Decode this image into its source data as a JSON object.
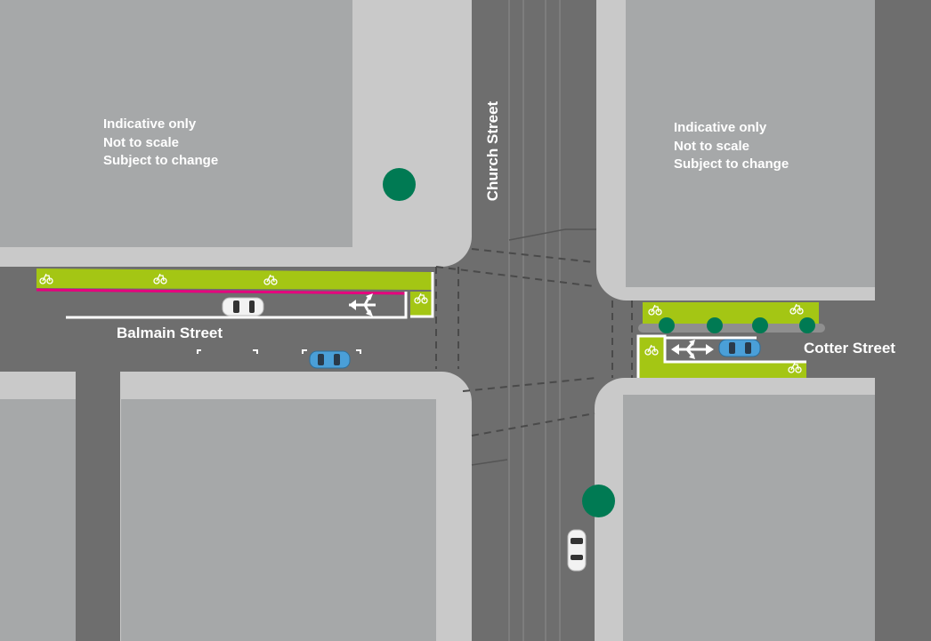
{
  "streets": {
    "balmain": "Balmain Street",
    "church": "Church Street",
    "cotter": "Cotter Street"
  },
  "notes": {
    "left": [
      "Indicative only",
      "Not to scale",
      "Subject to change"
    ],
    "right": [
      "Indicative only",
      "Not to scale",
      "Subject to change"
    ]
  },
  "icons": {
    "bike": "bicycle-icon",
    "arrow": "lane-arrow-icon",
    "car": "car-icon",
    "tree": "tree-icon"
  },
  "colors": {
    "road": "#6e6e6e",
    "footpath": "#c9c9c9",
    "building": "#a6a8a9",
    "bike_lane": "#a4c614",
    "tree": "#007a53",
    "separator": "#e6007e",
    "car_white": "#f2f2f2",
    "car_blue": "#4a9fd8"
  }
}
